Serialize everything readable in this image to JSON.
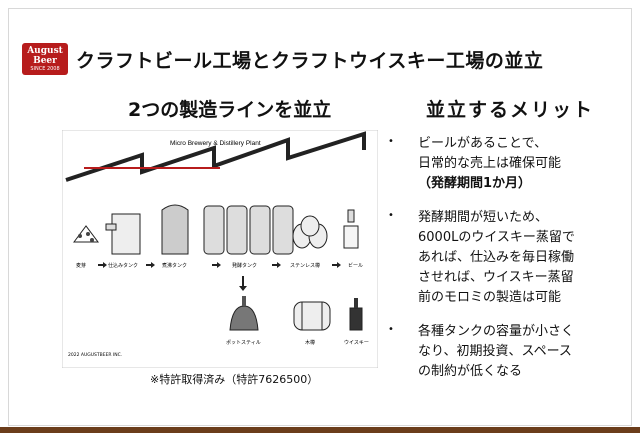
{
  "logo": {
    "line1": "August",
    "line2": "Beer",
    "tagline": "SINCE 2008"
  },
  "title": "クラフトビール工場とクラフトウイスキー工場の並立",
  "left": {
    "heading": "2つの製造ラインを並立",
    "diagram": {
      "title": "Micro Brewery & Distillery Plant",
      "labels": [
        "麦芽",
        "仕込みタンク",
        "煮沸タンク",
        "発酵タンク",
        "ステンレス樽",
        "ビール"
      ],
      "labels2": [
        "ポットスティル",
        "木樽",
        "ウイスキー"
      ],
      "copyright": "2022 AUGUSTBEER INC."
    },
    "patent": "※特許取得済み（特許7626500）"
  },
  "right": {
    "heading": "並立するメリット",
    "bullets": [
      {
        "lines": [
          "ビールがあることで、",
          "日常的な売上は確保可能"
        ],
        "bold": "（発酵期間1か月）"
      },
      {
        "lines": [
          "発酵期間が短いため、",
          "6000Lのウイスキー蒸留で",
          "あれば、仕込みを毎日稼働",
          "させれば、ウイスキー蒸留",
          "前のモロミの製造は可能"
        ]
      },
      {
        "lines": [
          "各種タンクの容量が小さく",
          "なり、初期投資、スペース",
          "の制約が低くなる"
        ]
      }
    ]
  },
  "colors": {
    "accent": "#b71c1c",
    "bottom_bar": "#6b3d1b"
  }
}
